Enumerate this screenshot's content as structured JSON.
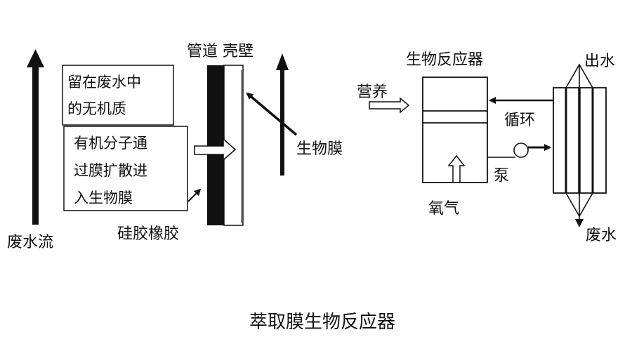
{
  "title": "萃取膜生物反应器",
  "left_panel": {
    "wastewater_flow_label": "废水流",
    "inorganic_box_lines": [
      "留在废水中",
      "的无机质"
    ],
    "organic_box_lines": [
      "有机分子通",
      "过膜扩散进",
      "入生物膜"
    ],
    "silicone_label": "硅胶橡胶",
    "pipe_wall_label": "管道 壳壁",
    "biofilm_label": "生物膜"
  },
  "right_panel": {
    "bioreactor_label": "生物反应器",
    "nutrient_label": "营养",
    "recycle_label": "循环",
    "pump_label": "泵",
    "oxygen_label": "氧气",
    "effluent_label": "出水",
    "wastewater_label": "废水"
  },
  "colors": {
    "ink": "#111111",
    "background": "#ffffff"
  }
}
